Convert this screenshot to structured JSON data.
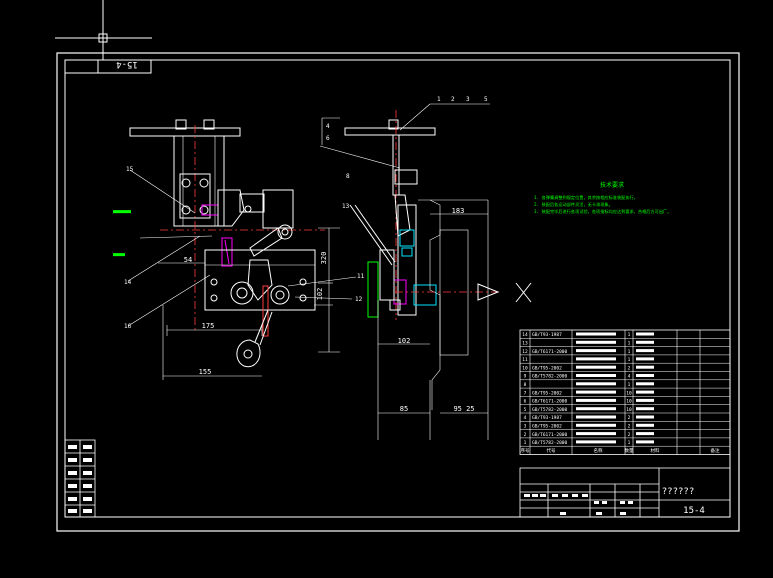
{
  "drawing": {
    "sheet_code_rotated": "15-4",
    "sheet_code": "15-4",
    "drawing_title": "??????",
    "tech_req_title": "技术要求",
    "tech_req_lines": [
      "1. 各弹簧调整到规定位置，其余按相应标准装配执行。",
      "2. 装配后各运动部件灵活，无卡滞现象。",
      "3. 装配完毕后进行各项试验，各项指标均应达到要求，合格后方可出厂。"
    ],
    "dims": {
      "d175": "175",
      "d155": "155",
      "d54": "54",
      "d320": "320",
      "d102": "102",
      "d183": "183",
      "d85": "85",
      "d95_25": "95 25",
      "d102b": "102"
    },
    "callouts": {
      "c1": "1",
      "c2": "2",
      "c3": "3",
      "c4": "4",
      "c5": "5",
      "c6": "6",
      "c8": "8",
      "c11": "11",
      "c12": "12",
      "c13": "13",
      "c14": "14",
      "c15": "15",
      "c16": "16"
    },
    "bom_rows": [
      {
        "no": "14",
        "code": "GB/T93-1987",
        "qty": "1"
      },
      {
        "no": "13",
        "code": "",
        "qty": "1"
      },
      {
        "no": "12",
        "code": "GB/T6171-2000",
        "qty": "1"
      },
      {
        "no": "11",
        "code": "",
        "qty": "1"
      },
      {
        "no": "10",
        "code": "GB/T95-2002",
        "qty": "2"
      },
      {
        "no": "9",
        "code": "GB/T5782-2000",
        "qty": "4"
      },
      {
        "no": "8",
        "code": "",
        "qty": "1"
      },
      {
        "no": "7",
        "code": "GB/T95-2002",
        "qty": "10"
      },
      {
        "no": "6",
        "code": "GB/T6171-2000",
        "qty": "10"
      },
      {
        "no": "5",
        "code": "GB/T5782-2000",
        "qty": "10"
      },
      {
        "no": "4",
        "code": "GB/T93-1987",
        "qty": "2"
      },
      {
        "no": "3",
        "code": "GB/T95-2002",
        "qty": "2"
      },
      {
        "no": "2",
        "code": "GB/T6171-2000",
        "qty": "2"
      },
      {
        "no": "1",
        "code": "GB/T5782-2000",
        "qty": "1"
      }
    ],
    "bom_header": {
      "no": "序号",
      "code": "代号",
      "name": "名称",
      "qty": "数量",
      "material": "材料",
      "note": "备注"
    },
    "colors": {
      "background": "#000000",
      "frame": "#ffffff",
      "part": "#ffffff",
      "center": "#ff3b3b",
      "dim": "#ffffff",
      "note": "#00ff00",
      "detail": "#00e5ff",
      "highlight": "#ff00ff"
    }
  }
}
